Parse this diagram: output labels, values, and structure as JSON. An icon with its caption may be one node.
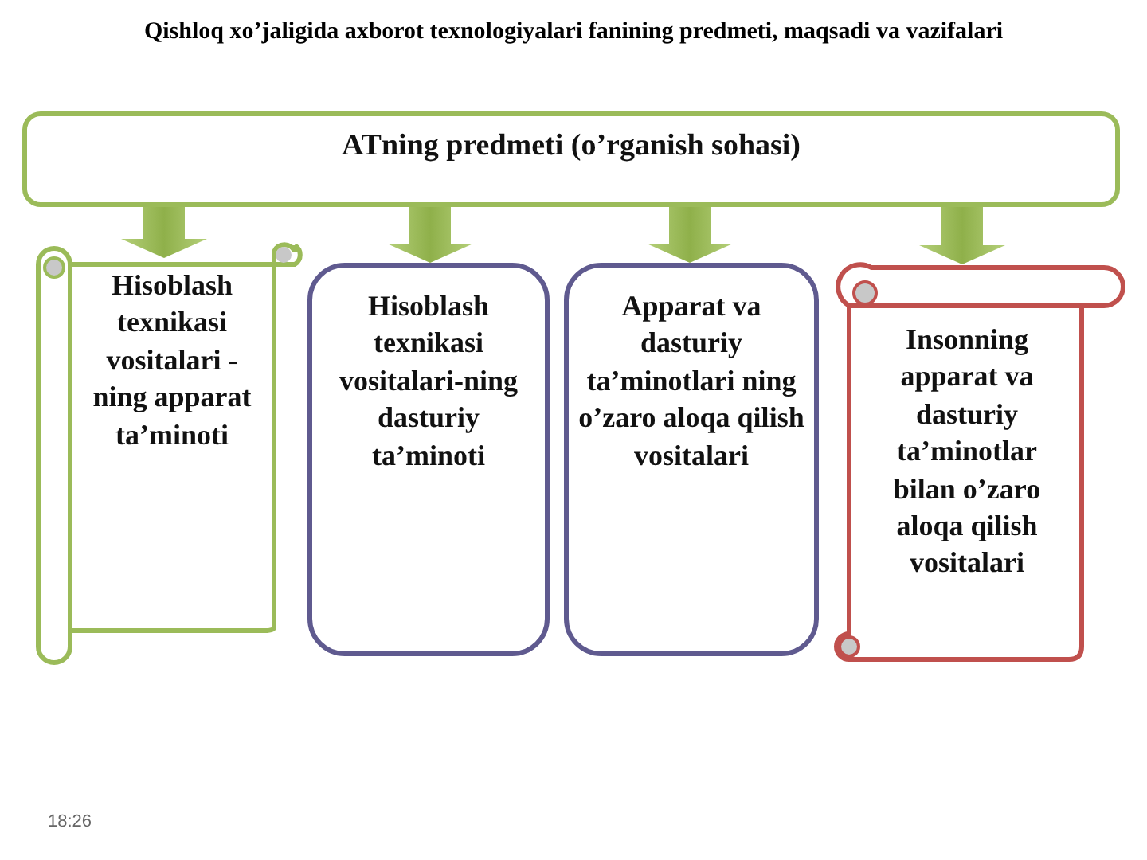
{
  "diagram": {
    "title": "Qishloq xo’jaligida axborot texnologiyalari fanining predmeti, maqsadi va vazifalari",
    "nodes": [
      {
        "text": [
          "ATning predmeti (o’rganish sohasi)"
        ]
      },
      {
        "text": [
          "Hisoblash texnikasi vositalari - ning apparat ta’minoti"
        ]
      },
      {
        "text": [
          "Hisoblash texnikasi vositalari-ning dasturiy ta’minoti"
        ]
      },
      {
        "text": [
          "Apparat va dasturiy ta’minotlari ning o’zaro aloqa qilish vositalari"
        ]
      },
      {
        "text": [
          "Insonning apparat va dasturiy ta’minotlar bilan o’zaro aloqa qilish vositalari"
        ]
      }
    ],
    "edges": [
      {
        "from": 0,
        "to": 1,
        "arrow": "to",
        "style": "thick"
      },
      {
        "from": 0,
        "to": 2,
        "arrow": "to",
        "style": "thick"
      },
      {
        "from": 0,
        "to": 3,
        "arrow": "to",
        "style": "thick"
      },
      {
        "from": 0,
        "to": 4,
        "arrow": "to",
        "style": "thick"
      }
    ],
    "labels": [
      "18:26"
    ]
  }
}
